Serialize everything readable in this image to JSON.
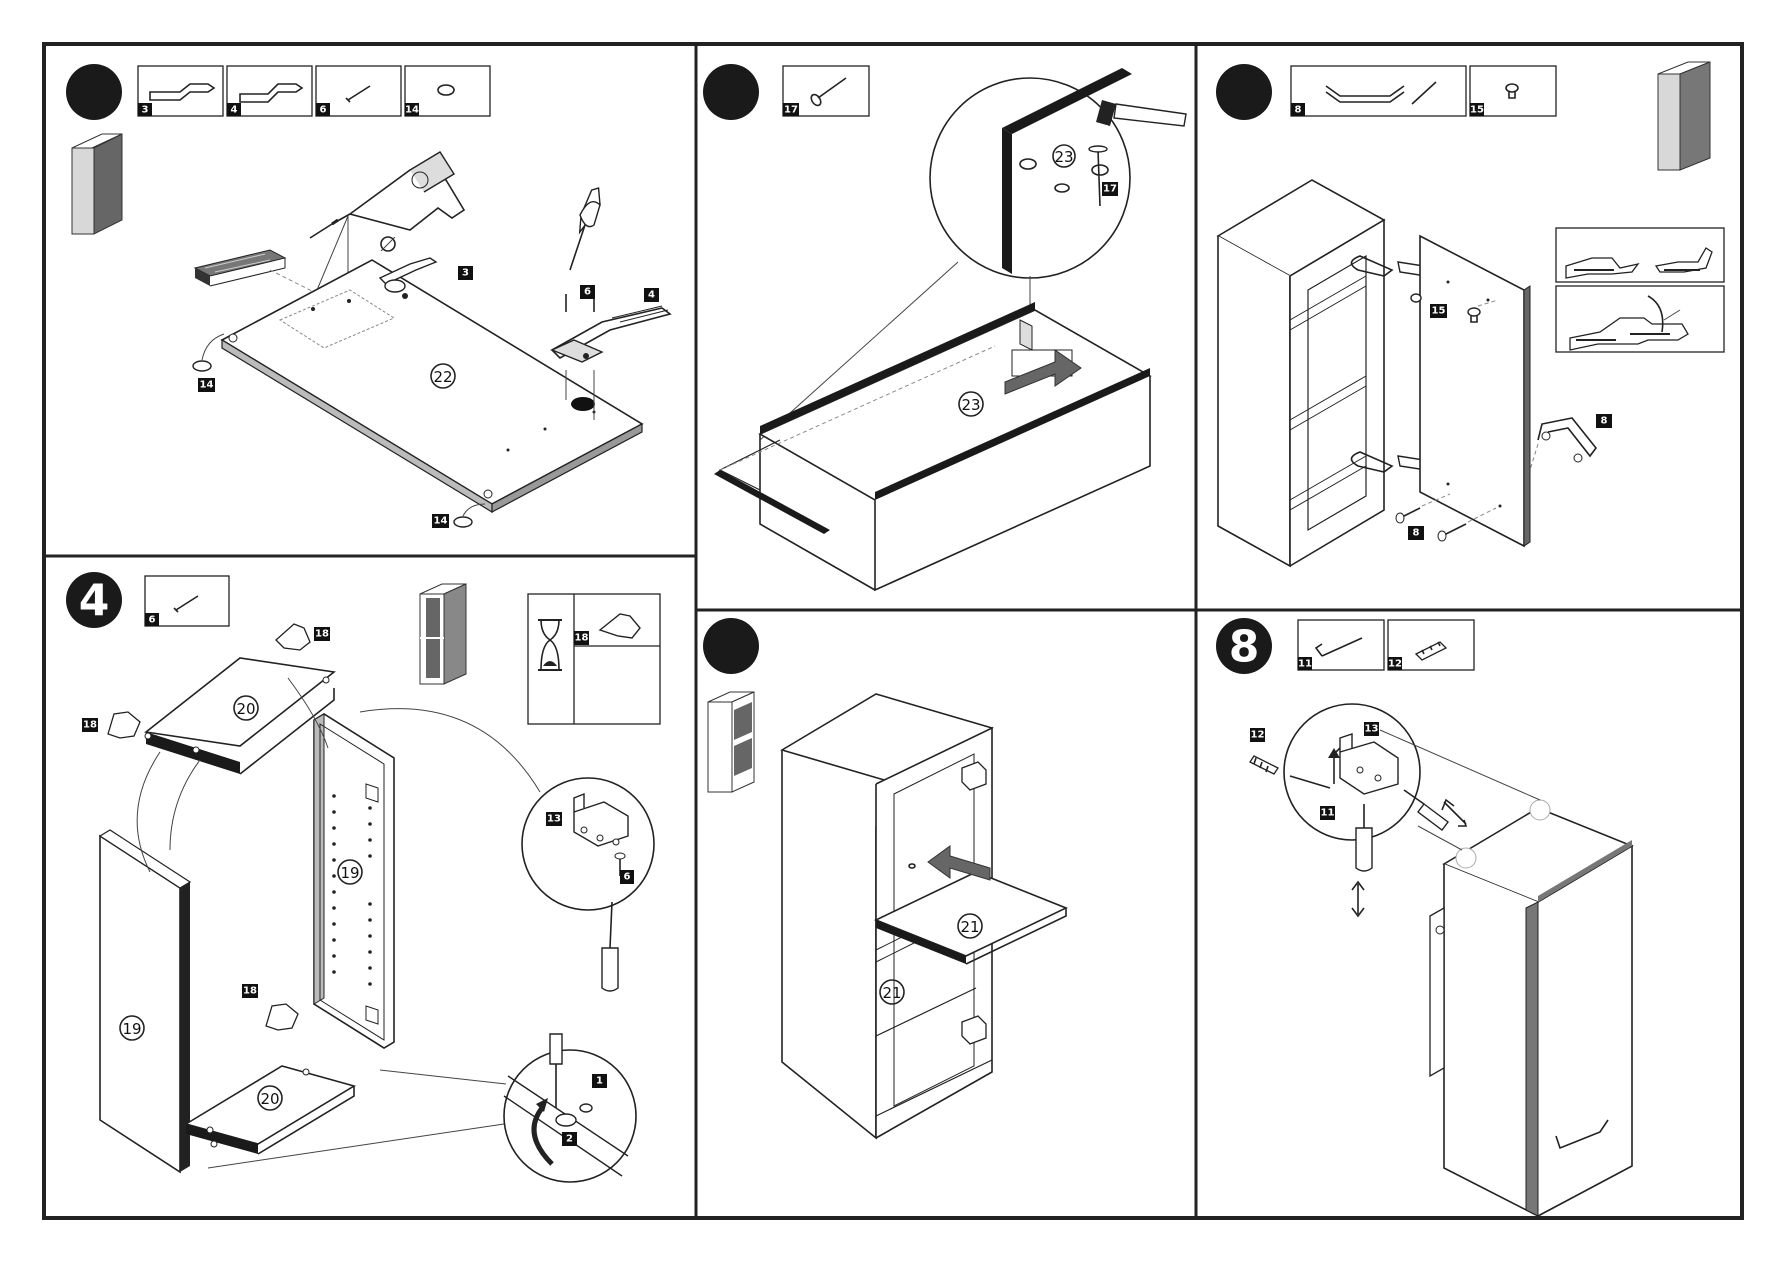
{
  "steps": [
    {
      "id": "step-1",
      "number": "",
      "parts": [
        {
          "tag": "3"
        },
        {
          "tag": "4"
        },
        {
          "tag": "6"
        },
        {
          "tag": "14"
        }
      ],
      "callouts": {
        "board": "22",
        "hinge_a": "3",
        "screw": "6",
        "hinge_b": "4",
        "pad_a": "14",
        "pad_b": "14"
      }
    },
    {
      "id": "step-2",
      "number": "",
      "parts": [
        {
          "tag": "17"
        }
      ],
      "callouts": {
        "zoom_panel": "23",
        "zoom_nail": "17",
        "panel": "23"
      }
    },
    {
      "id": "step-3",
      "number": "",
      "parts": [
        {
          "tag": "8"
        },
        {
          "tag": "15"
        }
      ],
      "callouts": {
        "knob": "15",
        "handle": "8",
        "screws": "8"
      }
    },
    {
      "id": "step-4",
      "number": "4",
      "parts": [
        {
          "tag": "6"
        }
      ],
      "callouts": {
        "top": "20",
        "bottom": "20",
        "side_left": "19",
        "side_right": "19",
        "glue_a": "18",
        "glue_b": "18",
        "glue_c": "18",
        "hanger": "13",
        "hanger_screw": "6",
        "cam_1": "1",
        "cam_2": "2",
        "wait_glue": "18"
      }
    },
    {
      "id": "step-5",
      "number": "",
      "parts": [],
      "callouts": {
        "shelf_a": "21",
        "shelf_b": "21"
      }
    },
    {
      "id": "step-6",
      "number": "8",
      "parts": [
        {
          "tag": "11"
        },
        {
          "tag": "12"
        }
      ],
      "callouts": {
        "plug": "12",
        "hanger": "13",
        "hook": "11"
      }
    }
  ],
  "colors": {
    "ink": "#1a1a1a",
    "frame": "#222222",
    "tag_bg": "#111111",
    "shade": "#bdbdbd"
  }
}
